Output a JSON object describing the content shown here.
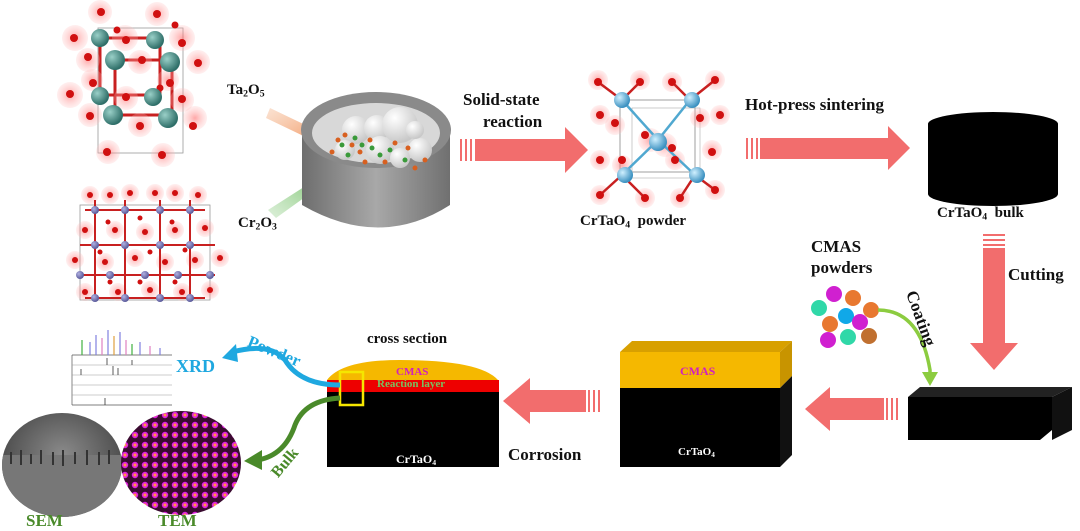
{
  "reactants": {
    "ta2o5": {
      "base": "Ta",
      "sub1": "2",
      "mid": "O",
      "sub2": "5"
    },
    "cr2o3": {
      "base": "Cr",
      "sub1": "2",
      "mid": "O",
      "sub2": "3"
    }
  },
  "steps": {
    "solid_state_line1": "Solid-state",
    "solid_state_line2": "reaction",
    "hot_press": "Hot-press sintering",
    "cutting": "Cutting",
    "coating": "Coating",
    "corrosion": "Corrosion"
  },
  "products": {
    "powder": {
      "base": "CrTaO",
      "sub": "4",
      "suffix": "powder"
    },
    "bulk": {
      "base": "CrTaO",
      "sub": "4",
      "suffix": "bulk"
    }
  },
  "cmas_powders": {
    "line1": "CMAS",
    "line2": "powders"
  },
  "coated_sample": {
    "coating_label": "CMAS",
    "substrate_base": "CrTaO",
    "substrate_sub": "4"
  },
  "cross_section": {
    "title": "cross section",
    "cmas_label": "CMAS",
    "reaction_label": "Reaction layer",
    "substrate_base": "CrTaO",
    "substrate_sub": "4"
  },
  "analysis": {
    "powder_path": "Powder",
    "bulk_path": "Bulk",
    "xrd": "XRD",
    "sem": "SEM",
    "tem": "TEM"
  },
  "colors": {
    "process_arrow": "#f26d6d",
    "cmas": "#f5b800",
    "reaction_layer": "#ee0000",
    "cmas_text": "#d020c0",
    "reaction_text": "#7ac060",
    "powder_arrow": "#1fa8e0",
    "bulk_arrow": "#4a8a2a",
    "coating_arrow": "#8ccc40",
    "highlight_box": "#f5e600"
  }
}
